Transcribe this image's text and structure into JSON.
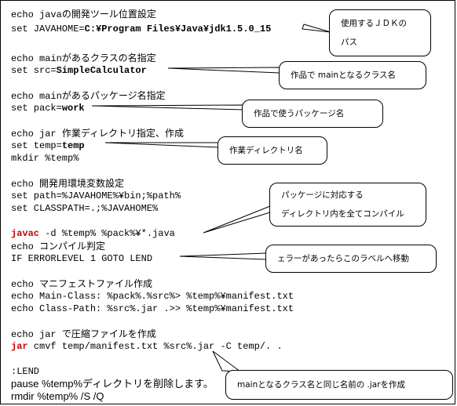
{
  "code_lines": [
    {
      "parts": [
        {
          "t": "echo java",
          "c": ""
        },
        {
          "t": "の開発ツール位置設定",
          "c": "jp"
        }
      ]
    },
    {
      "parts": [
        {
          "t": "set JAVAHOME=",
          "c": ""
        },
        {
          "t": "C:¥Program Files¥Java¥jdk1.5.0_15",
          "c": "bold"
        }
      ]
    },
    {
      "parts": []
    },
    {
      "parts": [
        {
          "t": "echo main",
          "c": ""
        },
        {
          "t": "があるクラスの名指定",
          "c": "jp"
        }
      ]
    },
    {
      "parts": [
        {
          "t": "set src=",
          "c": ""
        },
        {
          "t": "SimpleCalculator",
          "c": "bold"
        }
      ]
    },
    {
      "parts": []
    },
    {
      "parts": [
        {
          "t": "echo main",
          "c": ""
        },
        {
          "t": "があるパッケージ名指定",
          "c": "jp"
        }
      ]
    },
    {
      "parts": [
        {
          "t": "set pack=",
          "c": ""
        },
        {
          "t": "work",
          "c": "bold"
        }
      ]
    },
    {
      "parts": []
    },
    {
      "parts": [
        {
          "t": "echo jar ",
          "c": ""
        },
        {
          "t": "作業ディレクトリ指定、作成",
          "c": "jp"
        }
      ]
    },
    {
      "parts": [
        {
          "t": "set temp=",
          "c": ""
        },
        {
          "t": "temp",
          "c": "bold"
        }
      ]
    },
    {
      "parts": [
        {
          "t": "mkdir %temp%",
          "c": ""
        }
      ]
    },
    {
      "parts": []
    },
    {
      "parts": [
        {
          "t": "echo ",
          "c": ""
        },
        {
          "t": "開発用環境変数設定",
          "c": "jp"
        }
      ]
    },
    {
      "parts": [
        {
          "t": "set path=%JAVAHOME%¥bin;%path%",
          "c": ""
        }
      ]
    },
    {
      "parts": [
        {
          "t": "set CLASSPATH=.;%JAVAHOME%",
          "c": ""
        }
      ]
    },
    {
      "parts": []
    },
    {
      "parts": [
        {
          "t": "javac",
          "c": "red"
        },
        {
          "t": " -d %temp% %pack%¥*.java",
          "c": ""
        }
      ]
    },
    {
      "parts": [
        {
          "t": "echo ",
          "c": ""
        },
        {
          "t": "コンパイル判定",
          "c": "jp"
        }
      ]
    },
    {
      "parts": [
        {
          "t": "IF ERRORLEVEL 1 GOTO LEND",
          "c": ""
        }
      ]
    },
    {
      "parts": []
    },
    {
      "parts": [
        {
          "t": "echo ",
          "c": ""
        },
        {
          "t": "マニフェストファイル作成",
          "c": "jp"
        }
      ]
    },
    {
      "parts": [
        {
          "t": "echo Main-Class: %pack%.%src%> %temp%¥manifest.txt",
          "c": ""
        }
      ]
    },
    {
      "parts": [
        {
          "t": "echo Class-Path: %src%.jar .>> %temp%¥manifest.txt",
          "c": ""
        }
      ]
    },
    {
      "parts": []
    },
    {
      "parts": [
        {
          "t": "echo jar ",
          "c": ""
        },
        {
          "t": "で圧縮ファイルを作成",
          "c": "jp"
        }
      ]
    },
    {
      "parts": [
        {
          "t": "jar",
          "c": "red"
        },
        {
          "t": " cmvf temp/manifest.txt %src%.jar -C temp/. .",
          "c": ""
        }
      ]
    },
    {
      "parts": []
    },
    {
      "parts": [
        {
          "t": ":LEND",
          "c": ""
        }
      ]
    },
    {
      "parts": [
        {
          "t": "pause %temp%ディレクトリを削除します。",
          "c": "sans"
        }
      ]
    },
    {
      "parts": [
        {
          "t": "rmdir %temp% /S /Q",
          "c": "sans"
        }
      ]
    }
  ],
  "callouts": [
    {
      "name": "callout-jdk-path",
      "lines": [
        "使用するＪＤＫの",
        "パス"
      ]
    },
    {
      "name": "callout-main-class",
      "lines": [
        "作品で mainとなるクラス名"
      ]
    },
    {
      "name": "callout-package",
      "lines": [
        "作品で使うパッケージ名"
      ]
    },
    {
      "name": "callout-work-dir",
      "lines": [
        "作業ディレクトリ名"
      ]
    },
    {
      "name": "callout-compile",
      "lines": [
        "パッケージに対応する",
        "ディレクトリ内を全てコンパイル"
      ]
    },
    {
      "name": "callout-error-label",
      "lines": [
        "ェラーがあったらこのラベルへ移動"
      ]
    },
    {
      "name": "callout-jar-name",
      "lines": [
        "mainとなるクラス名と同じ名前の  .jarを作成"
      ]
    }
  ]
}
